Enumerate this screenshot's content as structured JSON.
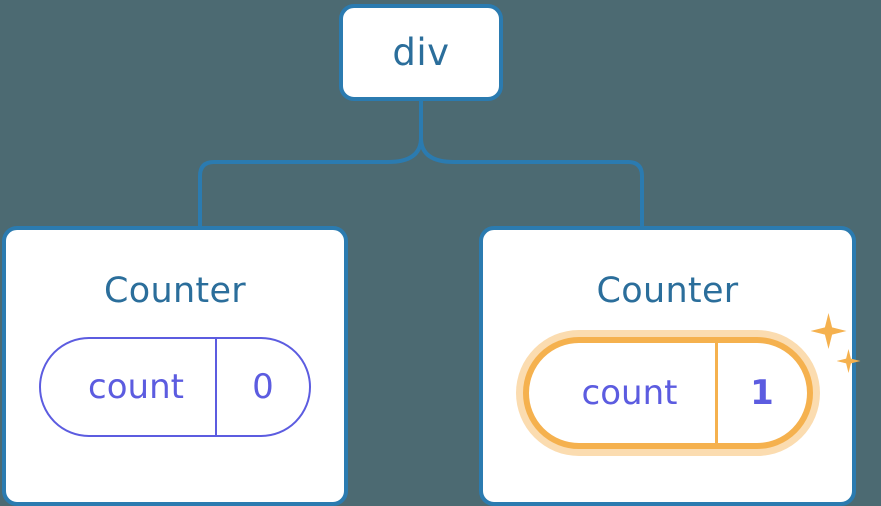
{
  "diagram": {
    "title": "React component tree with highlighted state change",
    "background_color": "#4c6a72",
    "connector_color": "#2b7bb0"
  },
  "root": {
    "label": "div",
    "border_color": "#2b7bb0",
    "text_color": "#2b6e9b"
  },
  "children": [
    {
      "title": "Counter",
      "state": {
        "key": "count",
        "value": "0"
      },
      "highlighted": false,
      "pill_color": "#5c5ce0"
    },
    {
      "title": "Counter",
      "state": {
        "key": "count",
        "value": "1"
      },
      "highlighted": true,
      "pill_color": "#5c5ce0",
      "highlight_color": "#f5b14e",
      "highlight_glow_color": "#fbdcb0",
      "sparkles": [
        "sparkle-large",
        "sparkle-small"
      ]
    }
  ]
}
